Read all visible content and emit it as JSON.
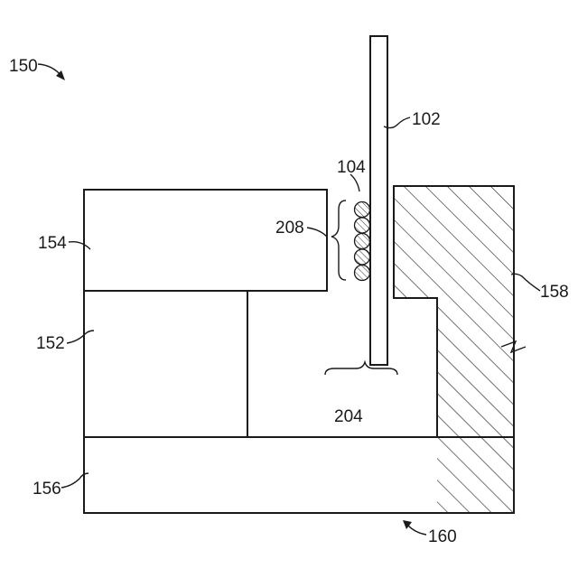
{
  "figure": {
    "labels": {
      "assembly": "150",
      "plate": "102",
      "droplets": "104",
      "layer_top_left": "154",
      "spacing_group": "208",
      "block_left": "152",
      "body_right": "158",
      "gap": "204",
      "base": "156",
      "base_arrow": "160"
    },
    "bead_count": 5,
    "colors": {
      "ink": "#1a1a1a",
      "background": "#ffffff"
    }
  }
}
